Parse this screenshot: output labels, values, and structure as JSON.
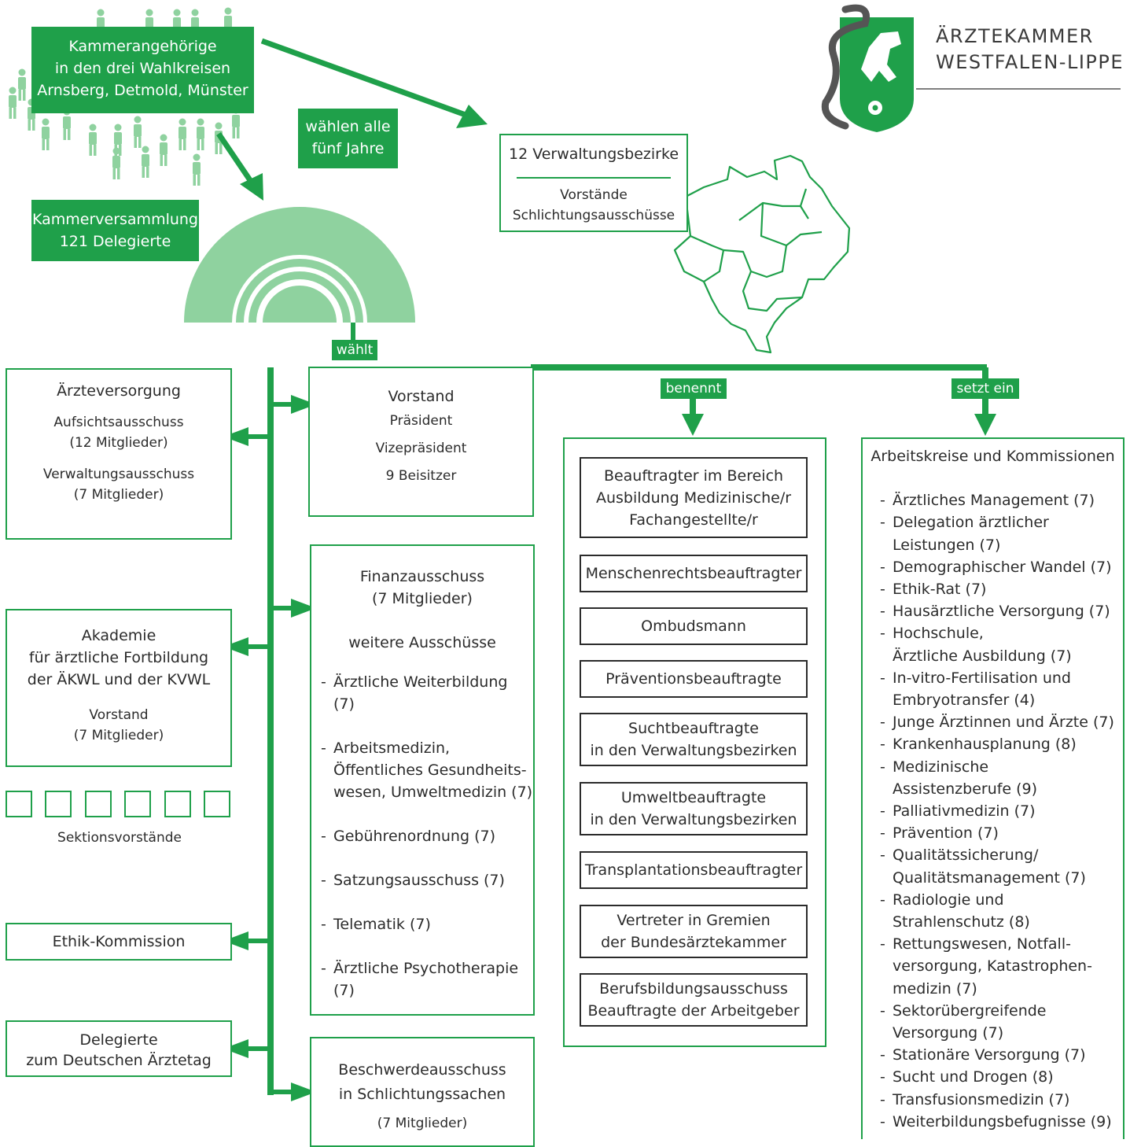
{
  "logo": {
    "line1": "ÄRZTEKAMMER",
    "line2": "WESTFALEN-LIPPE"
  },
  "members": {
    "line1": "Kammerangehörige",
    "line2": "in den drei Wahlkreisen",
    "line3": "Arnsberg, Detmold, Münster"
  },
  "elect_label": {
    "line1": "wählen alle",
    "line2": "fünf Jahre"
  },
  "assembly": {
    "line1": "Kammerversammlung",
    "line2": "121 Delegierte"
  },
  "districts": {
    "title": "12 Verwaltungsbezirke",
    "line1": "Vorstände",
    "line2": "Schlichtungsausschüsse"
  },
  "tags": {
    "waehlt": "wählt",
    "benennt": "benennt",
    "setzt_ein": "setzt ein"
  },
  "aerzteversorgung": {
    "title": "Ärzteversorgung",
    "l1": "Aufsichtsausschuss",
    "l2": "(12 Mitglieder)",
    "l3": "Verwaltungsausschuss",
    "l4": "(7 Mitglieder)"
  },
  "akademie": {
    "l1": "Akademie",
    "l2": "für ärztliche Fortbildung",
    "l3": "der ÄKWL und der KVWL",
    "l4": "Vorstand",
    "l5": "(7 Mitglieder)"
  },
  "sektionen": {
    "label": "Sektionsvorstände"
  },
  "ethik": {
    "label": "Ethik-Kommission"
  },
  "delegierte": {
    "l1": "Delegierte",
    "l2": "zum Deutschen Ärztetag"
  },
  "vorstand": {
    "title": "Vorstand",
    "l1": "Präsident",
    "l2": "Vizepräsident",
    "l3": "9 Beisitzer"
  },
  "finanz": {
    "title": "Finanzausschuss",
    "members": "(7 Mitglieder)",
    "subtitle": "weitere Ausschüsse",
    "items": [
      [
        "Ärztliche Weiterbildung (7)"
      ],
      [
        "Arbeitsmedizin,",
        "Öffentliches Gesundheits-",
        "wesen, Umweltmedizin (7)"
      ],
      [
        "Gebührenordnung (7)"
      ],
      [
        "Satzungsausschuss (7)"
      ],
      [
        "Telematik (7)"
      ],
      [
        "Ärztliche Psychotherapie",
        "(7)"
      ]
    ]
  },
  "beschwerde": {
    "l1": "Beschwerdeausschuss",
    "l2": "in Schlichtungssachen",
    "l3": "(7 Mitglieder)"
  },
  "beauftragte": [
    [
      "Beauftragter im Bereich",
      "Ausbildung Medizinische/r",
      "Fachangestellte/r"
    ],
    [
      "Menschenrechtsbeauftragter"
    ],
    [
      "Ombudsmann"
    ],
    [
      "Präventionsbeauftragte"
    ],
    [
      "Suchtbeauftragte",
      "in den Verwaltungsbezirken"
    ],
    [
      "Umweltbeauftragte",
      "in den Verwaltungsbezirken"
    ],
    [
      "Transplantationsbeauftragter"
    ],
    [
      "Vertreter in Gremien",
      "der Bundesärztekammer"
    ],
    [
      "Berufsbildungsausschuss",
      "Beauftragte der Arbeitgeber"
    ]
  ],
  "arbeitskreise": {
    "title": "Arbeitskreise und Kommissionen",
    "items": [
      [
        "Ärztliches Management (7)"
      ],
      [
        "Delegation ärztlicher",
        "Leistungen (7)"
      ],
      [
        "Demographischer Wandel (7)"
      ],
      [
        "Ethik-Rat (7)"
      ],
      [
        "Hausärztliche Versorgung (7)"
      ],
      [
        "Hochschule,",
        "Ärztliche Ausbildung (7)"
      ],
      [
        "In-vitro-Fertilisation und",
        "Embryotransfer (4)"
      ],
      [
        "Junge Ärztinnen und Ärzte (7)"
      ],
      [
        "Krankenhausplanung (8)"
      ],
      [
        "Medizinische",
        "Assistenzberufe (9)"
      ],
      [
        "Palliativmedizin (7)"
      ],
      [
        "Prävention (7)"
      ],
      [
        "Qualitätssicherung/",
        "Qualitätsmanagement (7)"
      ],
      [
        "Radiologie und",
        "Strahlenschutz (8)"
      ],
      [
        "Rettungswesen, Notfall-",
        "versorgung, Katastrophen-",
        "medizin (7)"
      ],
      [
        "Sektorübergreifende",
        "Versorgung (7)"
      ],
      [
        "Stationäre Versorgung (7)"
      ],
      [
        "Sucht und Drogen (8)"
      ],
      [
        "Transfusionsmedizin (7)"
      ],
      [
        "Weiterbildungsbefugnisse (9)"
      ]
    ]
  },
  "colors": {
    "green": "#1fa04a",
    "light_green": "#8fd29f",
    "text": "#2b2b2b"
  }
}
